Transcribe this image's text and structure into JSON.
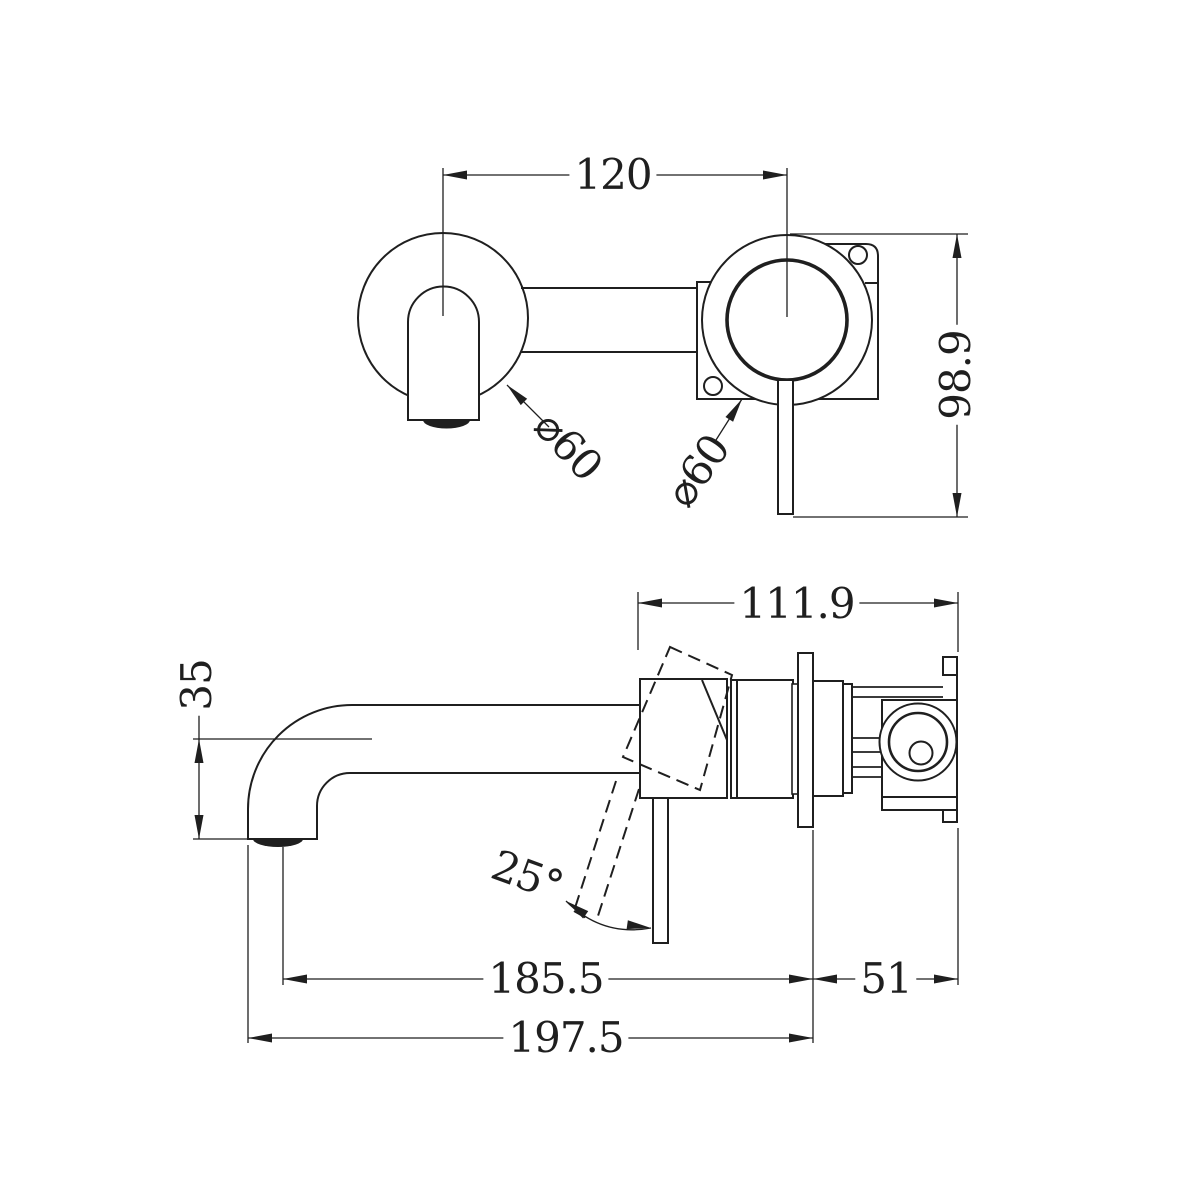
{
  "colors": {
    "line": "#1f1f1f",
    "background": "#ffffff"
  },
  "drawing": {
    "type": "technical-dimension-drawing",
    "subject": "wall-mounted basin mixer tap, front view and side view"
  },
  "labels": {
    "dim_120": "120",
    "dim_98_9": "98.9",
    "dia_spout": "⌀60",
    "dia_mixer": "⌀60",
    "dim_111_9": "111.9",
    "dim_35": "35",
    "dim_25deg": "25°",
    "dim_185_5": "185.5",
    "dim_51": "51",
    "dim_197_5": "197.5"
  }
}
